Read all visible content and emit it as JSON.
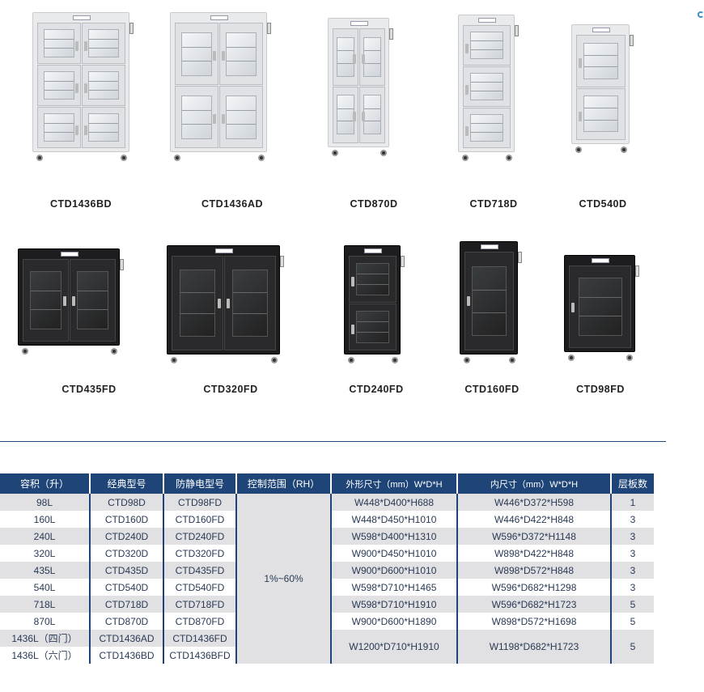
{
  "products_top": [
    {
      "model": "CTD1436BD"
    },
    {
      "model": "CTD1436AD"
    },
    {
      "model": "CTD870D"
    },
    {
      "model": "CTD718D"
    },
    {
      "model": "CTD540D"
    }
  ],
  "products_bottom": [
    {
      "model": "CTD435FD"
    },
    {
      "model": "CTD320FD"
    },
    {
      "model": "CTD240FD"
    },
    {
      "model": "CTD160FD"
    },
    {
      "model": "CTD98FD"
    }
  ],
  "table": {
    "headers": [
      "容积（升）",
      "经典型号",
      "防静电型号",
      "控制范围（RH）",
      "外形尺寸（mm）W*D*H",
      "内尺寸（mm）W*D*H",
      "层板数"
    ],
    "control_range": "1%~60%",
    "rows": [
      {
        "capacity": "98L",
        "classic": "CTD98D",
        "antistatic": "CTD98FD",
        "outer": "W448*D400*H688",
        "inner": "W446*D372*H598",
        "shelves": "1"
      },
      {
        "capacity": "160L",
        "classic": "CTD160D",
        "antistatic": "CTD160FD",
        "outer": "W448*D450*H1010",
        "inner": "W446*D422*H848",
        "shelves": "3"
      },
      {
        "capacity": "240L",
        "classic": "CTD240D",
        "antistatic": "CTD240FD",
        "outer": "W598*D400*H1310",
        "inner": "W596*D372*H1148",
        "shelves": "3"
      },
      {
        "capacity": "320L",
        "classic": "CTD320D",
        "antistatic": "CTD320FD",
        "outer": "W900*D450*H1010",
        "inner": "W898*D422*H848",
        "shelves": "3"
      },
      {
        "capacity": "435L",
        "classic": "CTD435D",
        "antistatic": "CTD435FD",
        "outer": "W900*D600*H1010",
        "inner": "W898*D572*H848",
        "shelves": "3"
      },
      {
        "capacity": "540L",
        "classic": "CTD540D",
        "antistatic": "CTD540FD",
        "outer": "W598*D710*H1465",
        "inner": "W596*D682*H1298",
        "shelves": "3"
      },
      {
        "capacity": "718L",
        "classic": "CTD718D",
        "antistatic": "CTD718FD",
        "outer": "W598*D710*H1910",
        "inner": "W596*D682*H1723",
        "shelves": "5"
      },
      {
        "capacity": "870L",
        "classic": "CTD870D",
        "antistatic": "CTD870FD",
        "outer": "W900*D600*H1890",
        "inner": "W898*D572*H1698",
        "shelves": "5"
      },
      {
        "capacity": "1436L（四门）",
        "classic": "CTD1436AD",
        "antistatic": "CTD1436FD",
        "outer": "W1200*D710*H1910",
        "inner": "W1198*D682*H1723",
        "shelves": "5"
      },
      {
        "capacity": "1436L（六门）",
        "classic": "CTD1436BD",
        "antistatic": "CTD1436BFD"
      }
    ]
  }
}
